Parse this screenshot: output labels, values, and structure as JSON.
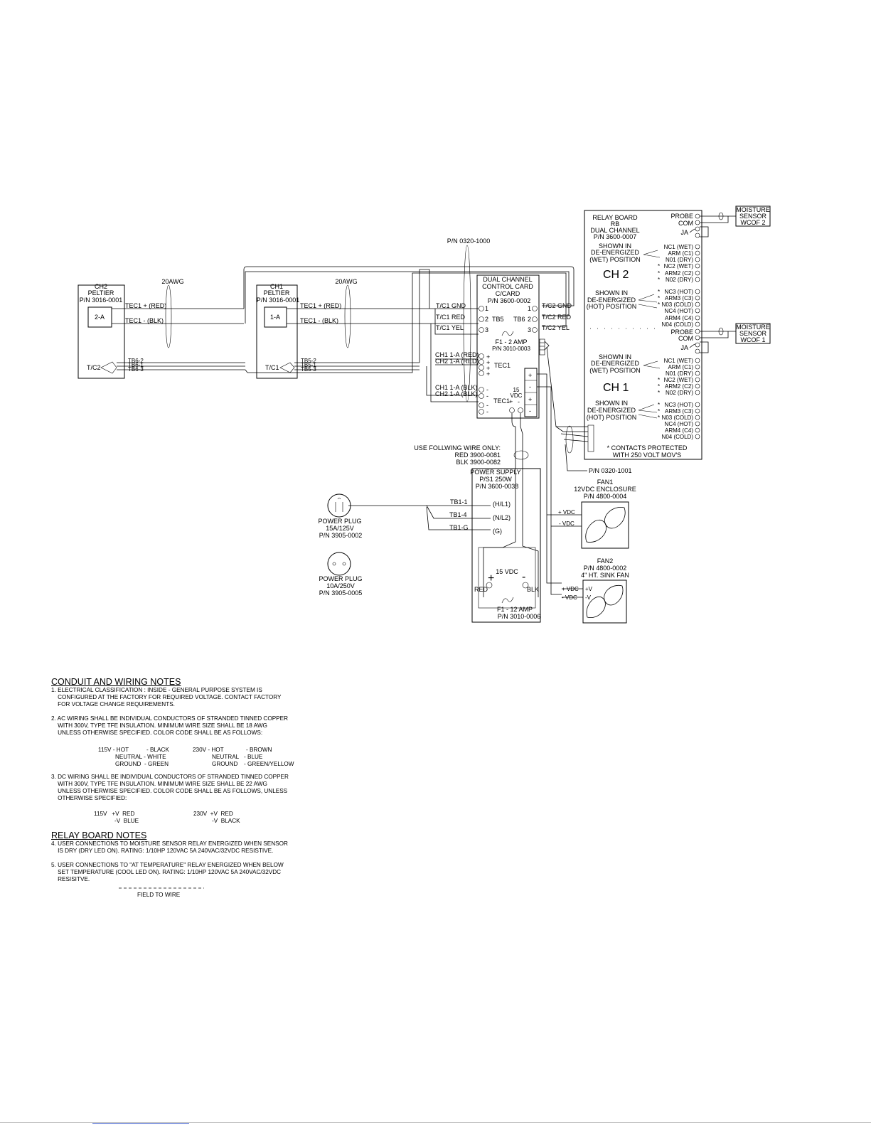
{
  "ch2_peltier": {
    "title": "CH2",
    "name": "PELTIER",
    "pn": "P/N 3016-0001",
    "module": "2-A",
    "tc": "T/C2"
  },
  "ch1_peltier": {
    "title": "CH1",
    "name": "PELTIER",
    "pn": "P/N 3016-0001",
    "module": "1-A",
    "tc": "T/C1"
  },
  "wire_gauge": "20AWG",
  "tec_pos": "TEC1 + (RED)",
  "tec_neg": "TEC1 - (BLK)",
  "tb6": [
    "TB6-2",
    "TB6-1",
    "TB6-3"
  ],
  "tb5": [
    "TB5-2",
    "TB5-1",
    "TB5-3"
  ],
  "conduit_top": "P/N 0320-1000",
  "control_card": {
    "title": [
      "DUAL CHANNEL",
      "CONTROL CARD",
      "C/CARD",
      "P/N 3600-0002"
    ],
    "tb5": "TB5",
    "tb6": "TB6",
    "tc1": [
      "T/C1 GND",
      "T/C1 RED",
      "T/C1 YEL"
    ],
    "tc2": [
      "T/C2 GND",
      "T/C2 RED",
      "T/C2 YEL"
    ],
    "pins": [
      "1",
      "2",
      "3"
    ],
    "fuse": "F1 - 2 AMP",
    "fuse_pn": "P/N 3010-0003",
    "ch_pos": [
      "CH1 1-A (RED)",
      "CH2 1-A (RED)"
    ],
    "ch_neg": [
      "CH1 1-A (BLK)",
      "CH2 1-A (BLK)"
    ],
    "tec1": "TEC1",
    "vdc_num": "15",
    "vdc": "VDC",
    "plus": "+",
    "minus": "-"
  },
  "relay_board": {
    "title": [
      "RELAY BOARD",
      "RB",
      "DUAL CHANNEL",
      "P/N 3600-0007"
    ],
    "ch2": "CH 2",
    "ch1": "CH 1",
    "probe": "PROBE",
    "com": "COM",
    "ja": "JA",
    "ch2_wet": [
      "SHOWN IN",
      "DE-ENERGIZED",
      "(WET) POSITION"
    ],
    "ch2_hot": [
      "SHOWN IN",
      "DE-ENERGIZED",
      "(HOT) POSITION"
    ],
    "ch2_terms": [
      "NC1  (WET)",
      "ARM (C1)",
      "N01 (DRY)",
      "NC2 (WET)",
      "ARM2 (C2)",
      "N02 (DRY)",
      "NC3 (HOT)",
      "ARM3 (C3)",
      "N03 (COLD)",
      "NC4 (HOT)",
      "ARM4 (C4)",
      "N04 (COLD)"
    ],
    "ch1_terms": [
      "NC1  (WET)",
      "ARM (C1)",
      "N01 (DRY)",
      "NC2 (WET)",
      "ARM2 (C2)",
      "N02 (DRY)",
      "NC3 (HOT)",
      "ARM3 (C3)",
      "N03 (COLD)",
      "NC4 (HOT)",
      "ARM4 (C4)",
      "N04 (COLD)"
    ],
    "note": [
      "* CONTACTS PROTECTED",
      "WITH 250 VOLT MOV'S"
    ],
    "star": "*"
  },
  "moisture2": [
    "MOISTURE",
    "SENSOR",
    "WCOF 2"
  ],
  "moisture1": [
    "MOISTURE",
    "SENSOR",
    "WCOF 1"
  ],
  "conduit_bottom": "P/N 0320-1001",
  "wire_note": [
    "USE FOLLWING WIRE ONLY:",
    "RED 3900-0081",
    "BLK 3900-0082"
  ],
  "power_supply": {
    "title": [
      "POWER SUPPLY",
      "P/S1   250W",
      "P/N 3600-0038"
    ],
    "tb": [
      "TB1-1",
      "TB1-4",
      "TB1-G"
    ],
    "terms": [
      "(H/L1)",
      "(N/L2)",
      "(G)"
    ],
    "vdc": "15 VDC",
    "red": "RED",
    "blk": "BLK",
    "fuse": "F1 - 12 AMP",
    "fuse_pn": "P/N 3010-0006"
  },
  "plug1": [
    "POWER PLUG",
    "15A/125V",
    "P/N 3905-0002"
  ],
  "plug2": [
    "POWER PLUG",
    "10A/250V",
    "P/N 3905-0005"
  ],
  "fan1": {
    "title": [
      "FAN1",
      "12VDC ENCLOSURE",
      "P/N 4800-0004"
    ],
    "pos": "+ VDC",
    "neg": "- VDC"
  },
  "fan2": {
    "title": [
      "FAN2",
      "P/N 4800-0002",
      "4\" HT. SINK FAN"
    ],
    "pos": "+ VDC",
    "neg": "- VDC",
    "vp": "+V",
    "vn": "-V"
  },
  "notes": {
    "conduit_header": "CONDUIT AND WIRING NOTES",
    "n1": [
      "1. ELECTRICAL CLASSIFICATION : INSIDE - GENERAL PURPOSE SYSTEM IS",
      "    CONFIGURED AT THE FACTORY FOR REQUIRED VOLTAGE. CONTACT FACTORY",
      "    FOR VOLTAGE CHANGE REQUIREMENTS."
    ],
    "n2": [
      "2. AC WIRING SHALL BE INDIVIDUAL CONDUCTORS OF STRANDED TINNED COPPER",
      "    WITH 300V, TYPE TFE INSULATION. MINIMUM WIRE SIZE SHALL BE 18 AWG",
      "    UNLESS OTHERWISE SPECIFIED. COLOR CODE SHALL BE AS FOLLOWS:"
    ],
    "ac": {
      "v115": "115V - HOT",
      "hot115": "- BLACK",
      "neu115": "NEUTRAL - WHITE",
      "gnd115": "GROUND  - GREEN",
      "v230": "230V - HOT",
      "hot230": "- BROWN",
      "neu230": "NEUTRAL",
      "neu230c": "- BLUE",
      "gnd230": "GROUND",
      "gnd230c": "- GREEN/YELLOW"
    },
    "n3": [
      "3. DC WIRING SHALL BE INDIVIDUAL CONDUCTORS OF STRANDED TINNED COPPER",
      "    WITH 300V, TYPE TFE INSULATION. MINIMUM WIRE SIZE SHALL BE 22 AWG",
      "    UNLESS OTHERWISE SPECIFIED. COLOR CODE SHALL BE AS FOLLOWS, UNLESS",
      "    OTHERWISE SPECIFIED:"
    ],
    "dc": {
      "v115": "115V   +V  RED",
      "n115": "-V  BLUE",
      "v230": "230V  +V  RED",
      "n230": "-V  BLACK"
    },
    "relay_header": "RELAY BOARD NOTES",
    "n4": [
      "4. USER CONNECTIONS TO MOISTURE SENSOR RELAY ENERGIZED WHEN SENSOR",
      "    IS DRY (DRY LED ON). RATING: 1/10HP 120VAC 5A 240VAC/32VDC RESISTIVE."
    ],
    "n5": [
      "5. USER CONNECTIONS TO \"AT TEMPERATURE\" RELAY ENERGIZED WHEN BELOW",
      "    SET TEMPERATURE (COOL LED ON). RATING: 1/10HP 120VAC 5A 240VAC/32VDC",
      "    RESISITVE."
    ],
    "field": "FIELD TO WIRE"
  }
}
